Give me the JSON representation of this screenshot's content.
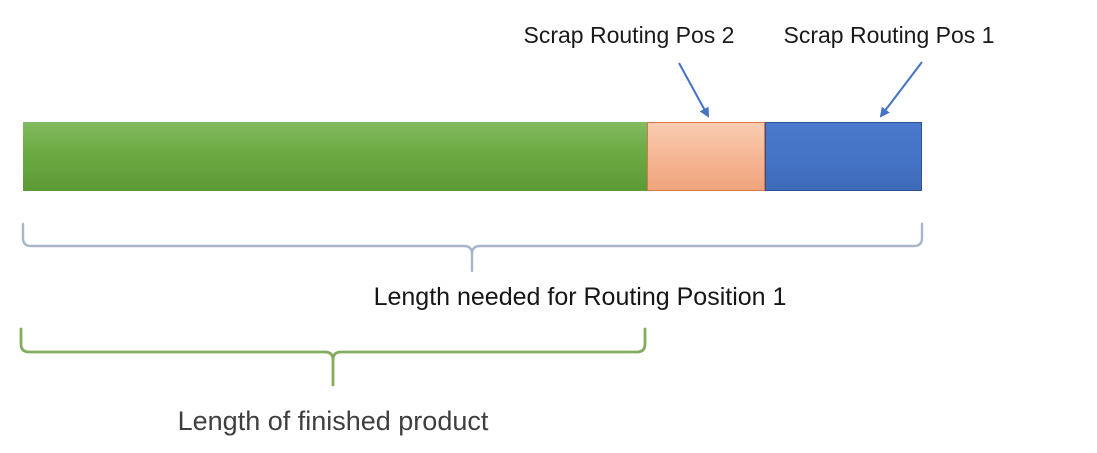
{
  "annotations": {
    "scrap_pos_2": "Scrap Routing Pos 2",
    "scrap_pos_1": "Scrap Routing Pos 1"
  },
  "brackets": {
    "routing_position_1": {
      "label": "Length needed for Routing Position 1",
      "color": "#a9b6ca"
    },
    "finished_product": {
      "label": "Length of finished product",
      "color": "#85ab5e"
    }
  },
  "bar": {
    "segments": [
      {
        "name": "finished-product-length",
        "fill": "#6cab43",
        "border": ""
      },
      {
        "name": "scrap-routing-pos-2",
        "fill": "#f5b593",
        "border": "#dd7644"
      },
      {
        "name": "scrap-routing-pos-1",
        "fill": "#4472c4",
        "border": "#2e5395"
      }
    ]
  },
  "colors": {
    "arrow": "#4472c4",
    "callout_text": "#1a1a1a",
    "caption_text": "#3f3f3f"
  }
}
